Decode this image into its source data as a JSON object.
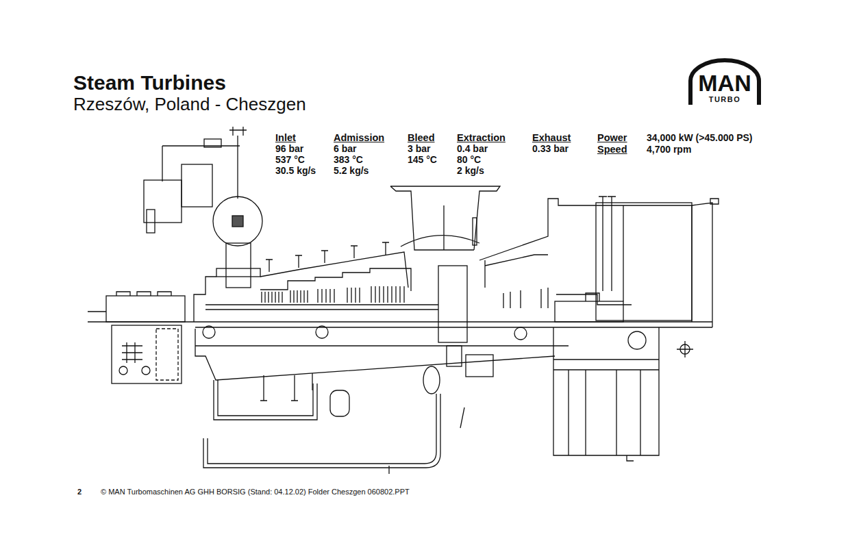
{
  "diagram": {
    "title": "Steam Turbines",
    "caption": "© MAN Turbomaschinen AG GHH BORSIG (Stand: 04.12.02) Folder Cheszgen 060802.PPT",
    "nodes": [
      {
        "text": [
          "MAN",
          "TURBO"
        ]
      }
    ],
    "labels": [
      "Rzeszów, Poland - Cheszgen",
      "Inlet",
      "96 bar",
      "537 °C",
      "30.5 kg/s",
      "Admission",
      "6 bar",
      "383 °C",
      "5.2 kg/s",
      "Bleed",
      "3 bar",
      "145 °C",
      "Extraction",
      "0.4 bar",
      "80 °C",
      "2 kg/s",
      "Exhaust",
      "0.33 bar",
      "Power",
      "34,000 kW (>45.000 PS)",
      "Speed",
      "4,700 rpm",
      "2"
    ]
  }
}
